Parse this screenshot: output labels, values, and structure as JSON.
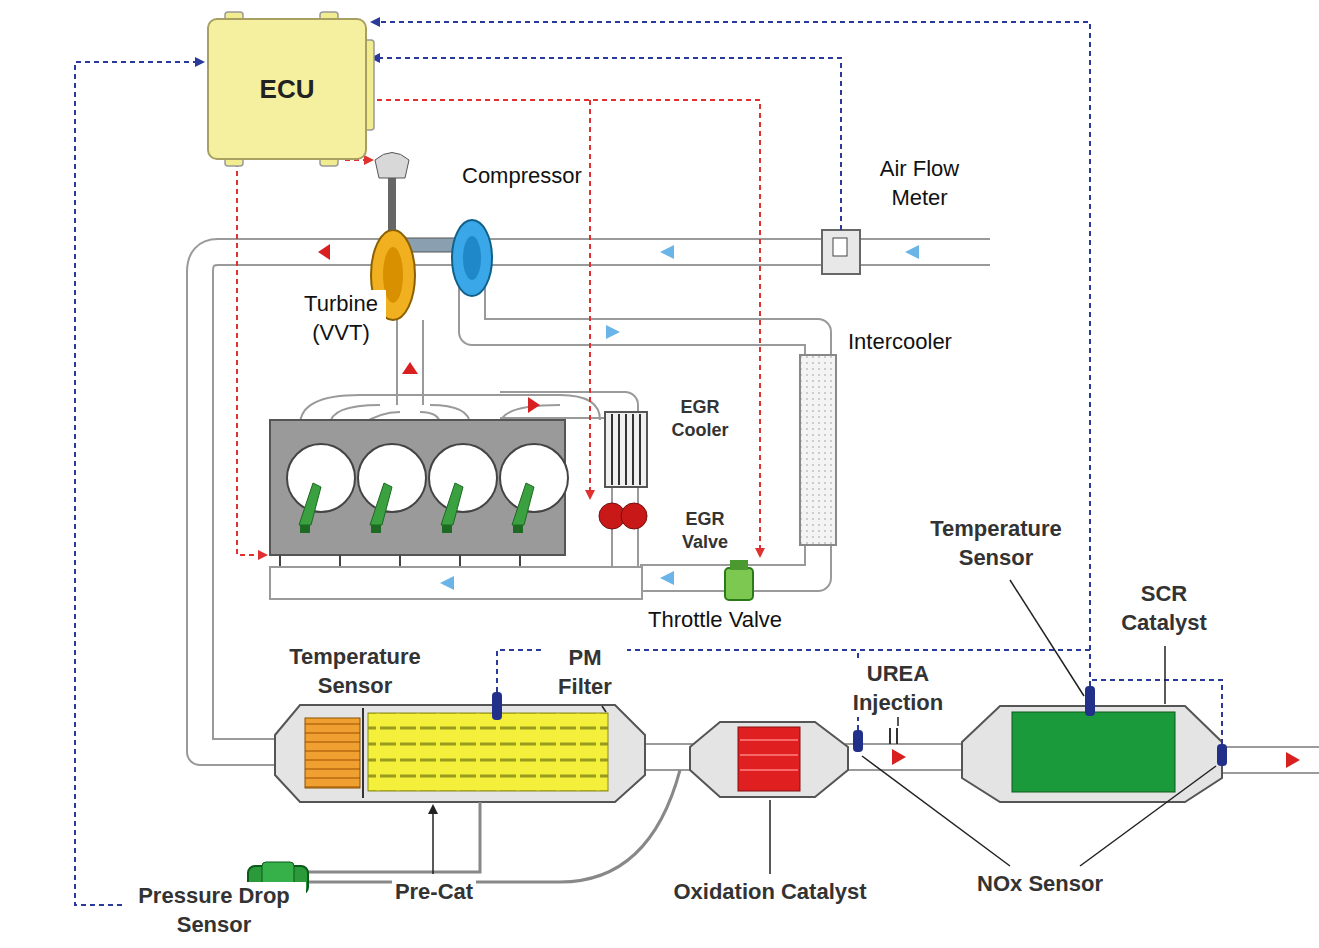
{
  "diagram": {
    "nodes": [
      {
        "text": [
          "ECU"
        ]
      }
    ],
    "labels": [
      "Compressor",
      "Air Flow Meter",
      "Turbine (VVT)",
      "Intercooler",
      "EGR Cooler",
      "EGR Valve",
      "Throttle Valve",
      "Temperature Sensor",
      "PM Filter",
      "UREA Injection",
      "Temperature Sensor",
      "SCR Catalyst",
      "Pressure Drop Sensor",
      "Pre-Cat",
      "Oxidation Catalyst",
      "NOx Sensor"
    ]
  }
}
